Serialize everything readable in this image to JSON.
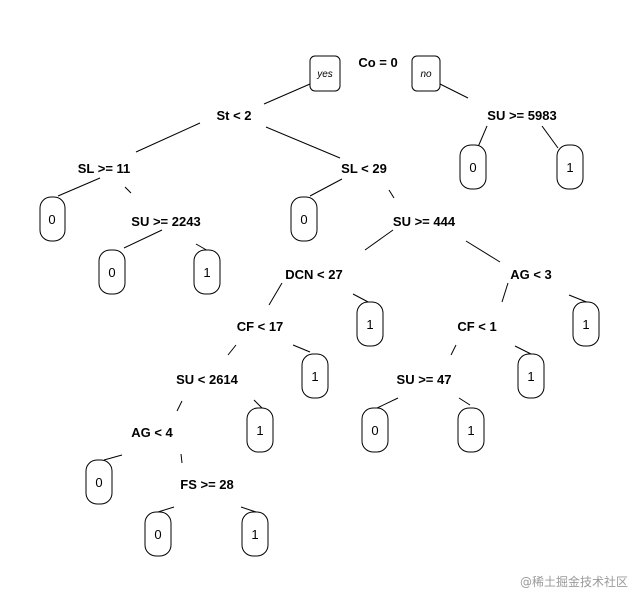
{
  "root_split": "Co = 0",
  "branch_yes": "yes",
  "branch_no": "no",
  "splits": {
    "st": "St < 2",
    "su5983": "SU >= 5983",
    "sl11": "SL >= 11",
    "sl29": "SL < 29",
    "su2243": "SU >= 2243",
    "su444": "SU >= 444",
    "dcn27": "DCN < 27",
    "ag3": "AG < 3",
    "cf17": "CF < 17",
    "cf1": "CF < 1",
    "su2614": "SU < 2614",
    "su47": "SU >= 47",
    "ag4": "AG < 4",
    "fs28": "FS >= 28"
  },
  "leaves": {
    "su5983_yes": "0",
    "su5983_no": "1",
    "sl11_yes": "0",
    "su2243_yes": "0",
    "su2243_no": "1",
    "sl29_yes": "0",
    "dcn27_no": "1",
    "ag3_no": "1",
    "cf17_no": "1",
    "cf1_no": "1",
    "su2614_no": "1",
    "su47_yes": "0",
    "su47_no": "1",
    "ag4_yes": "0",
    "fs28_yes": "0",
    "fs28_no": "1"
  },
  "watermark": "@稀土掘金技术社区"
}
